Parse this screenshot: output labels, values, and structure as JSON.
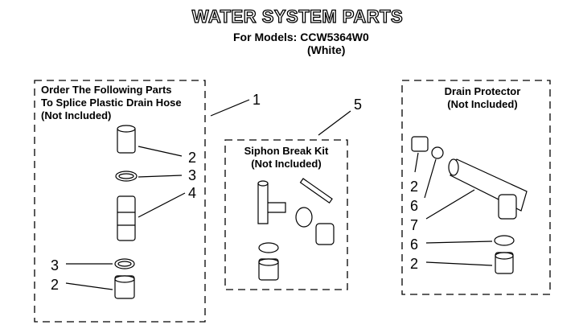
{
  "header": {
    "title": "WATER SYSTEM PARTS",
    "models_line": "For Models: CCW5364W0",
    "color_line": "(White)"
  },
  "groups": {
    "splice": {
      "line1": "Order The Following Parts",
      "line2": "To Splice Plastic Drain Hose",
      "line3": "(Not Included)",
      "callout": "1"
    },
    "siphon": {
      "line1": "Siphon Break Kit",
      "line2": "(Not Included)",
      "callout": "5"
    },
    "drain": {
      "line1": "Drain Protector",
      "line2": "(Not Included)"
    }
  },
  "callouts": {
    "left": [
      "2",
      "3",
      "4",
      "3",
      "2"
    ],
    "right": [
      "2",
      "6",
      "7",
      "6",
      "2"
    ]
  }
}
